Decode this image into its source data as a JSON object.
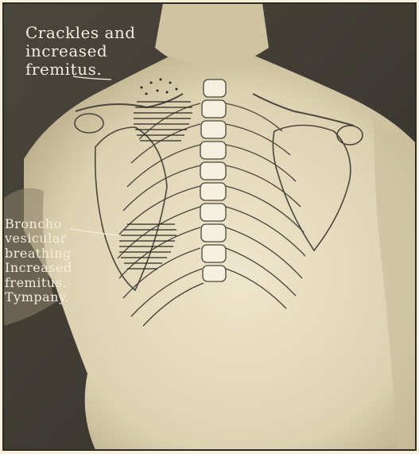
{
  "figure": {
    "annotation_upper": {
      "lines": [
        "Crackles and",
        "increased",
        "fremitus."
      ]
    },
    "annotation_lower": {
      "lines": [
        "Broncho",
        "vesicular",
        "breathing",
        "Increased",
        "fremitus.",
        "Tympany."
      ]
    },
    "colors": {
      "background_dark": "#3d3a34",
      "skin_light": "#e8dfc3",
      "skin_shadow": "#b9ac8c",
      "ink": "#2a2721",
      "label_text": "#f2eddc"
    }
  }
}
